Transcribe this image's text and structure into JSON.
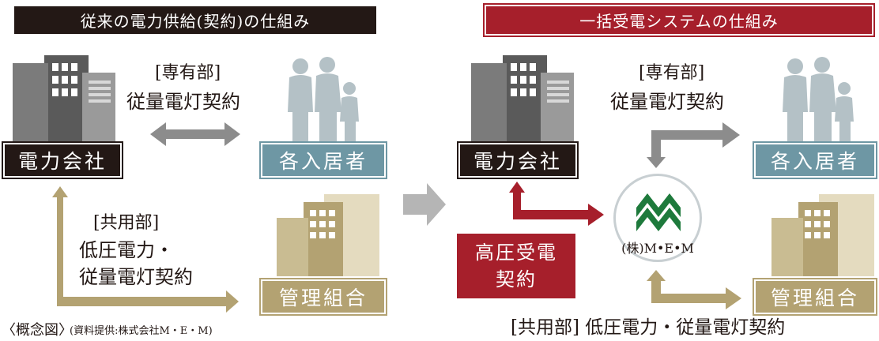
{
  "left": {
    "title": "従来の電力供給(契約)の仕組み",
    "power_company": "電力会社",
    "residents": "各入居者",
    "management": "管理組合",
    "private_section": "[専有部]",
    "private_contract": "従量電灯契約",
    "common_section": "[共用部]",
    "common_contract_line1": "低圧電力・",
    "common_contract_line2": "従量電灯契約"
  },
  "right": {
    "title": "一括受電システムの仕組み",
    "power_company": "電力会社",
    "residents": "各入居者",
    "management": "管理組合",
    "private_section": "[専有部]",
    "private_contract": "従量電灯契約",
    "high_voltage_line1": "高圧受電",
    "high_voltage_line2": "契約",
    "mem_label": "(株)M•E•M",
    "common_line": "[共用部] 低圧電力・従量電灯契約"
  },
  "footer": {
    "caption": "〈概念図〉",
    "source": "(資料提供:株式会社M・E・M)"
  },
  "colors": {
    "dark": "#231815",
    "red": "#a61f2b",
    "teal": "#6e97a4",
    "gold": "#b3a272",
    "gray_arrow": "#8c8c8c"
  }
}
